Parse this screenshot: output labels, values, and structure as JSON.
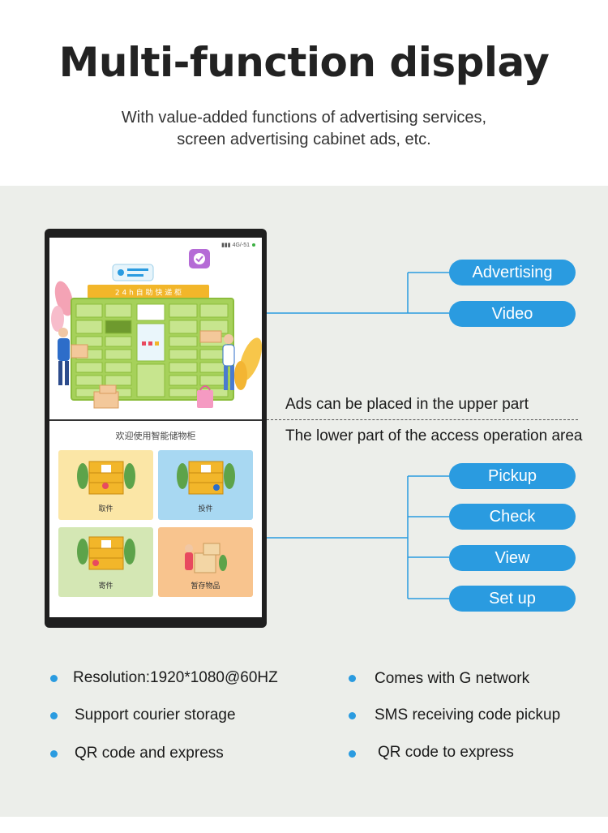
{
  "title": "Multi-function display",
  "subtitle": {
    "line1": "With value-added functions of advertising services,",
    "line2": "screen advertising cabinet ads, etc."
  },
  "device": {
    "status_text": "4G/-51",
    "banner_text": "2 4 h 自 助 快 递 柜",
    "welcome_text": "欢迎使用智能储物柜",
    "tiles": [
      {
        "label": "取件",
        "color": "#fbe6a6"
      },
      {
        "label": "投件",
        "color": "#a8d8f2"
      },
      {
        "label": "寄件",
        "color": "#d4e7b4"
      },
      {
        "label": "暂存物品",
        "color": "#f8c48e"
      }
    ]
  },
  "upper_functions": [
    "Advertising",
    "Video"
  ],
  "lower_functions": [
    "Pickup",
    "Check",
    "View",
    "Set up"
  ],
  "annotations": {
    "upper": "Ads can be placed in the upper part",
    "lower": "The lower part of the access operation area"
  },
  "features_left": [
    "Resolution:1920*1080@60HZ",
    "Support courier storage",
    "QR code and express"
  ],
  "features_right": [
    "Comes with G network",
    "SMS receiving code pickup",
    "QR code to express"
  ],
  "colors": {
    "accent": "#2a9be0",
    "panel_bg": "#eceeea",
    "locker_green": "#a6d15a"
  }
}
